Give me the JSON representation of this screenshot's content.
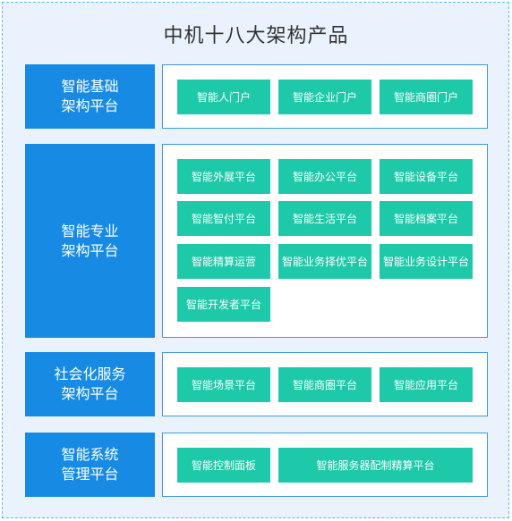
{
  "title": "中机十八大架构产品",
  "rows": [
    {
      "category": [
        "智能基础",
        "架构平台"
      ],
      "items": [
        "智能人门户",
        "智能企业门户",
        "智能商圈门户"
      ]
    },
    {
      "category": [
        "智能专业",
        "架构平台"
      ],
      "items": [
        "智能外展平台",
        "智能办公平台",
        "智能设备平台",
        "智能智付平台",
        "智能生活平台",
        "智能档案平台",
        "智能精算运营",
        "智能业务择优平台",
        "智能业务设计平台",
        "智能开发者平台"
      ]
    },
    {
      "category": [
        "社会化服务",
        "架构平台"
      ],
      "items": [
        "智能场景平台",
        "智能商圈平台",
        "智能应用平台"
      ]
    },
    {
      "category": [
        "智能系统",
        "管理平台"
      ],
      "items": [
        "智能控制面板",
        "智能服务器配制精算平台"
      ]
    }
  ],
  "colors": {
    "background": "#eaf3fd",
    "category": "#178be4",
    "item": "#1ec9a9",
    "panel_border": "#3b99de"
  }
}
